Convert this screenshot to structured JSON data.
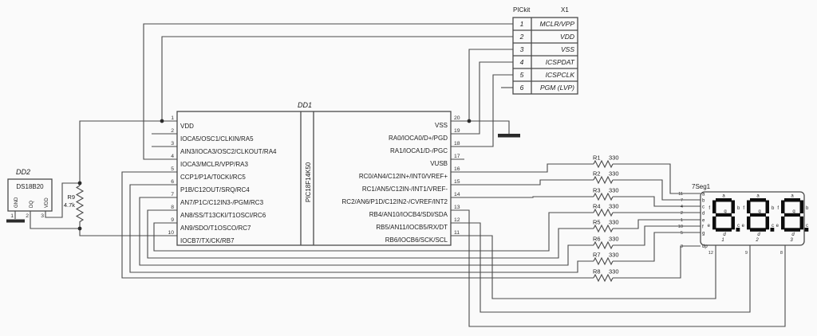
{
  "schematic": {
    "background": "#fafafa",
    "colors": {
      "wire": "#4a4a4a",
      "text": "#1c1c1c",
      "segment": "#0d0d0d"
    },
    "mcu": {
      "designator": "DD1",
      "part": "PIC18F14K50",
      "left_pins": [
        {
          "num": "1",
          "label": "VDD"
        },
        {
          "num": "2",
          "label": "IOCA5/OSC1/CLKIN/RA5"
        },
        {
          "num": "3",
          "label": "AIN3/IOCA3/OSC2/CLKOUT/RA4"
        },
        {
          "num": "4",
          "label": "IOCA3/MCLR/VPP/RA3"
        },
        {
          "num": "5",
          "label": "CCP1/P1A/T0CKI/RC5"
        },
        {
          "num": "6",
          "label": "P1B/C12OUT/SRQ/RC4"
        },
        {
          "num": "7",
          "label": "AN7/P1C/C12IN3-/PGM/RC3"
        },
        {
          "num": "8",
          "label": "AN8/SS/T13CKI/T1OSCI/RC6"
        },
        {
          "num": "9",
          "label": "AN9/SDO/T1OSCO/RC7"
        },
        {
          "num": "10",
          "label": "IOCB7/TX/CK/RB7"
        }
      ],
      "right_pins": [
        {
          "num": "20",
          "label": "VSS"
        },
        {
          "num": "19",
          "label": "RA0/IOCA0/D+/PGD"
        },
        {
          "num": "18",
          "label": "RA1/IOCA1/D-/PGC"
        },
        {
          "num": "17",
          "label": "VUSB"
        },
        {
          "num": "16",
          "label": "RC0/AN4/C12IN+/INT0/VREF+"
        },
        {
          "num": "15",
          "label": "RC1/AN5/C12IN-/INT1/VREF-"
        },
        {
          "num": "14",
          "label": "RC2/AN6/P1D/C12IN2-/CVREF/INT2"
        },
        {
          "num": "13",
          "label": "RB4/AN10/IOCB4/SDI/SDA"
        },
        {
          "num": "12",
          "label": "RB5/AN11/IOCB5/RX/DT"
        },
        {
          "num": "11",
          "label": "RB6/IOCB6/SCK/SCL"
        }
      ]
    },
    "programmer": {
      "title": "PICkit",
      "designator": "X1",
      "pins": [
        {
          "num": "1",
          "label": "MCLR/VPP"
        },
        {
          "num": "2",
          "label": "VDD"
        },
        {
          "num": "3",
          "label": "VSS"
        },
        {
          "num": "4",
          "label": "ICSPDAT"
        },
        {
          "num": "5",
          "label": "ICSPCLK"
        },
        {
          "num": "6",
          "label": "PGM (LVP)"
        }
      ]
    },
    "sensor": {
      "designator": "DD2",
      "part": "DS18B20",
      "pins": [
        {
          "num": "1",
          "label": "GND"
        },
        {
          "num": "2",
          "label": "DQ"
        },
        {
          "num": "3",
          "label": "VDD"
        }
      ]
    },
    "pullup_resistor": {
      "designator": "R9",
      "value": "4.7k"
    },
    "segment_resistors": [
      {
        "designator": "R1",
        "value": "330"
      },
      {
        "designator": "R2",
        "value": "330"
      },
      {
        "designator": "R3",
        "value": "330"
      },
      {
        "designator": "R4",
        "value": "330"
      },
      {
        "designator": "R5",
        "value": "330"
      },
      {
        "designator": "R6",
        "value": "330"
      },
      {
        "designator": "R7",
        "value": "330"
      },
      {
        "designator": "R8",
        "value": "330"
      }
    ],
    "display": {
      "designator": "7Seg1",
      "segment_pins": [
        {
          "num": "11",
          "seg": "a"
        },
        {
          "num": "7",
          "seg": "b"
        },
        {
          "num": "4",
          "seg": "c"
        },
        {
          "num": "2",
          "seg": "d"
        },
        {
          "num": "1",
          "seg": "e"
        },
        {
          "num": "10",
          "seg": "f"
        },
        {
          "num": "5",
          "seg": "g"
        },
        {
          "num": "3",
          "seg": "dp"
        }
      ],
      "digit_common_pins": [
        {
          "num": "12"
        },
        {
          "num": "9"
        },
        {
          "num": "8"
        }
      ],
      "segment_letters": {
        "a": "a",
        "b": "b",
        "c": "c",
        "d": "d",
        "e": "e",
        "f": "f",
        "g": "g"
      },
      "digit_numbers": [
        "1",
        "2",
        "3"
      ]
    }
  }
}
